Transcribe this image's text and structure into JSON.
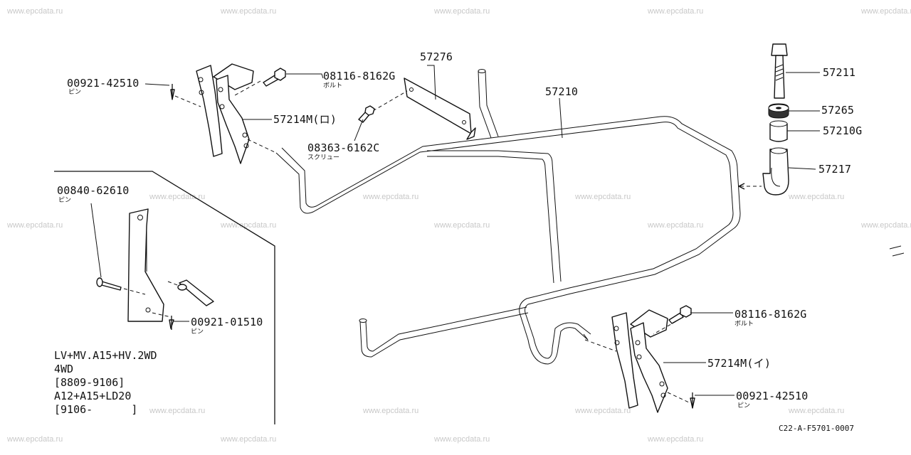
{
  "watermark": "www.epcdata.ru",
  "callouts": {
    "pin_top_left": "00921-42510",
    "pin_top_left_sub": "ピン",
    "bolt_top": "08116-8162G",
    "bolt_top_sub": "ボルト",
    "bracket_top": "57214M(ロ)",
    "screw": "08363-6162C",
    "screw_sub": "スクリュー",
    "plate": "57276",
    "carrier": "57210",
    "bolt_right": "57211",
    "washer": "57265",
    "collar": "57210G",
    "hook": "57217",
    "pin_inset": "00840-62610",
    "pin_inset_sub": "ピン",
    "pin_inset_lower": "00921-01510",
    "pin_inset_lower_sub": "ピン",
    "bolt_lower": "08116-8162G",
    "bolt_lower_sub": "ボルト",
    "bracket_lower": "57214M(イ)",
    "pin_lower": "00921-42510",
    "pin_lower_sub": "ピン"
  },
  "inset_note": [
    "LV+MV.A15+HV.2WD",
    "4WD",
    "[8809-9106]",
    "A12+A15+LD20",
    "[9106-      ]"
  ],
  "diagram_code": "C22-A-F5701-0007"
}
